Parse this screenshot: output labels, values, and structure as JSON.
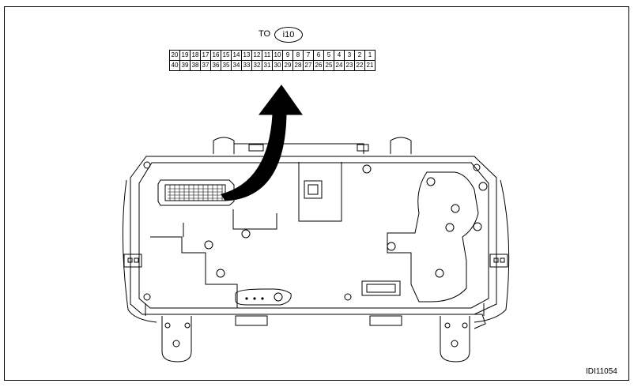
{
  "callout": {
    "to_label": "TO",
    "connector_id": "i10"
  },
  "pin_table": {
    "row1": [
      "20",
      "19",
      "18",
      "17",
      "16",
      "15",
      "14",
      "13",
      "12",
      "11",
      "10",
      "9",
      "8",
      "7",
      "6",
      "5",
      "4",
      "3",
      "2",
      "1"
    ],
    "row2": [
      "40",
      "39",
      "38",
      "37",
      "36",
      "35",
      "34",
      "33",
      "32",
      "31",
      "30",
      "29",
      "28",
      "27",
      "26",
      "25",
      "24",
      "23",
      "22",
      "21"
    ]
  },
  "figure_id": "IDI11054",
  "colors": {
    "line": "#000000",
    "background": "#ffffff"
  }
}
